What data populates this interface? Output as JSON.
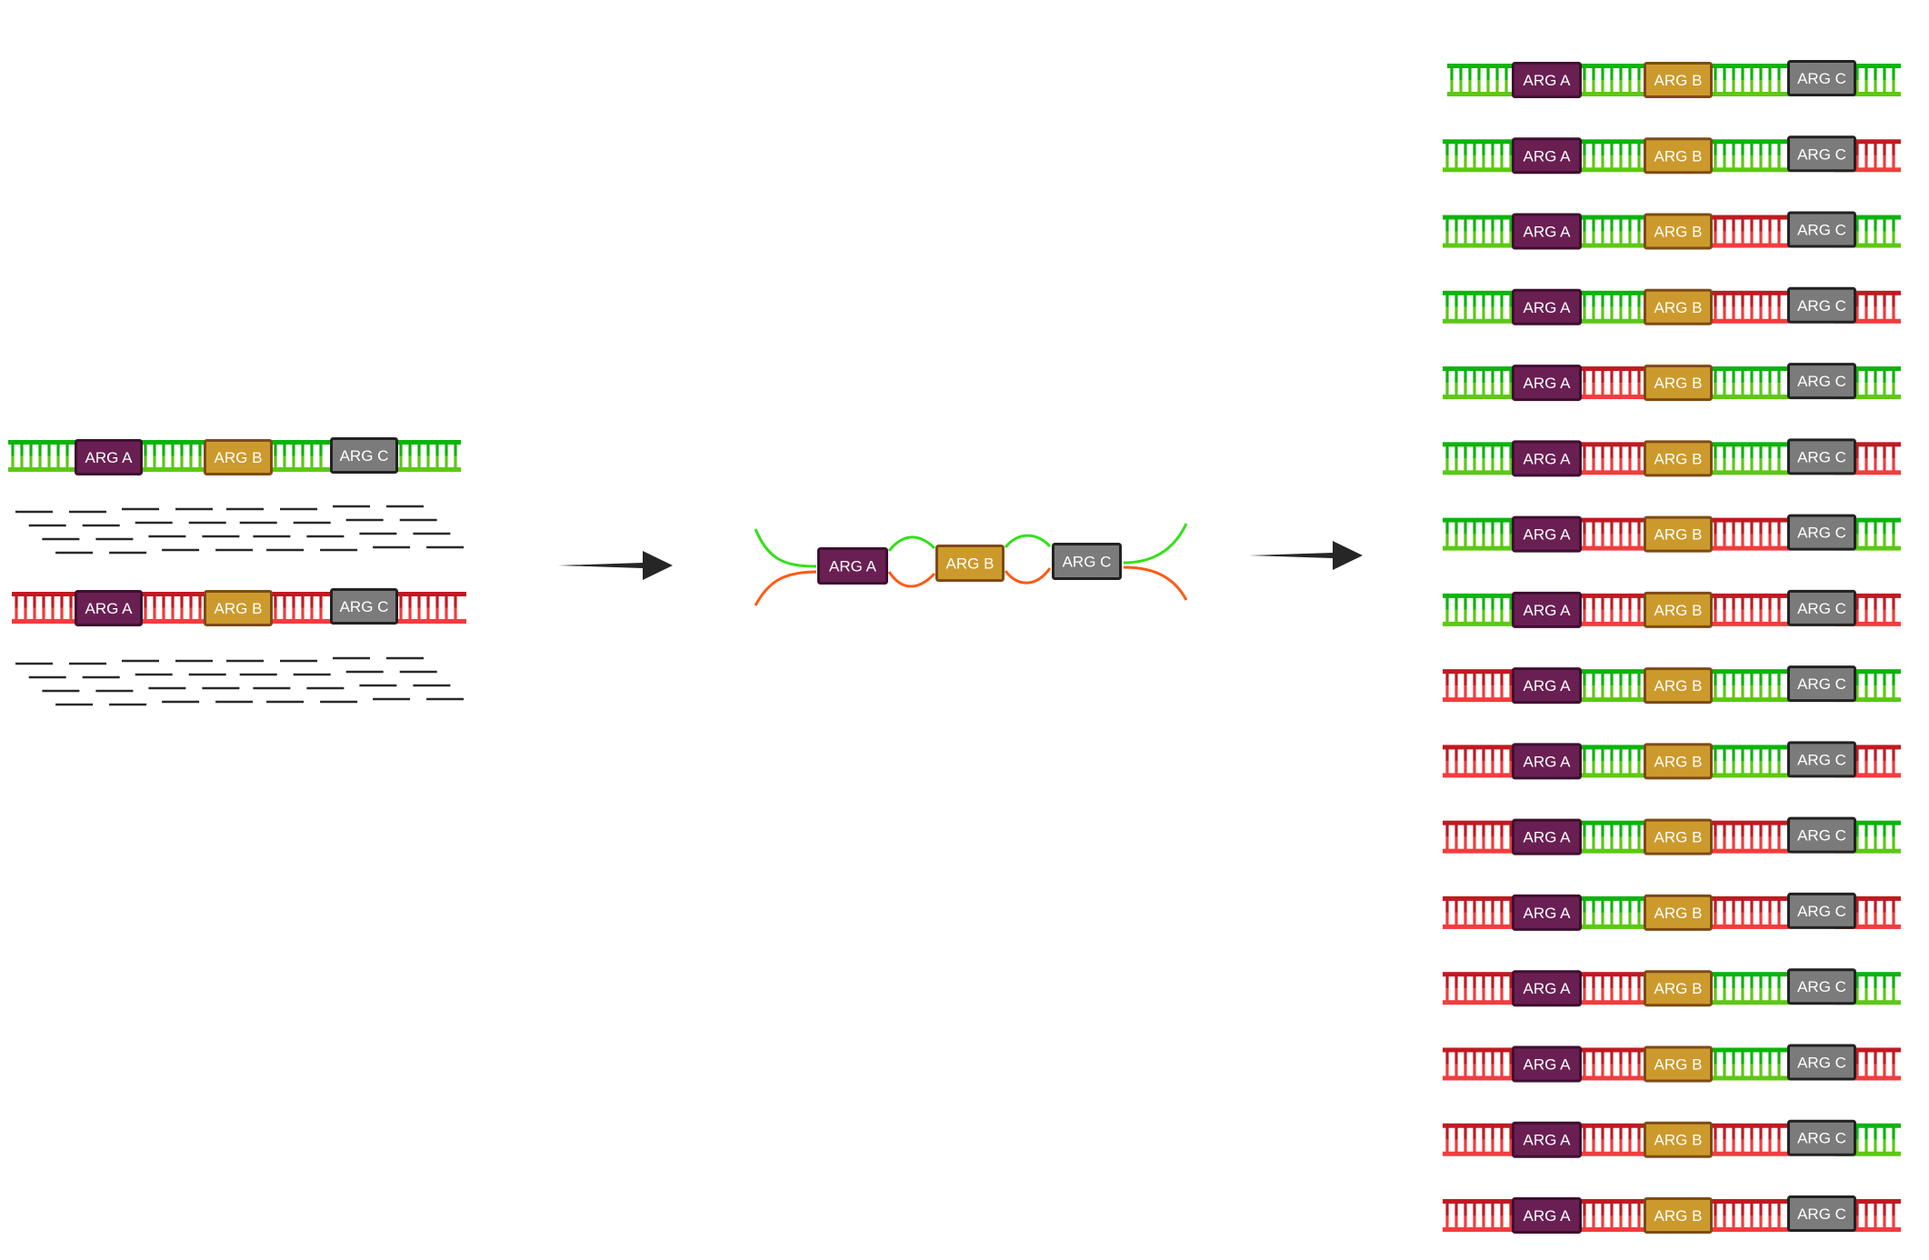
{
  "diagram": {
    "title": "",
    "gene_labels": [
      "ARG A",
      "ARG B",
      "ARG C"
    ],
    "colors": {
      "strand_green_dark": "#0cb40c",
      "strand_green_light": "#5cc814",
      "strand_red_dark": "#c01a22",
      "strand_red_light": "#f23c3e",
      "gene_a_fill": "#6a1f53",
      "gene_a_border": "#3f0f30",
      "gene_b_fill": "#cc9a2c",
      "gene_b_border": "#7e4b16",
      "gene_c_fill": "#7b7b7b",
      "gene_c_border": "#222222",
      "fragment": "#2a2a2a",
      "arrow": "#262626",
      "recomb_green": "#33e01a",
      "recomb_orange": "#ff5a14",
      "label_text": "#ffffff"
    },
    "stages": {
      "input": {
        "name": "parental-dna-with-fragments",
        "molecules": [
          {
            "id": "parent-green",
            "segments": [
              "G",
              "G",
              "G",
              "G"
            ],
            "genes": [
              "ARG A",
              "ARG B",
              "ARG C"
            ]
          },
          {
            "id": "parent-red",
            "segments": [
              "R",
              "R",
              "R",
              "R"
            ],
            "genes": [
              "ARG A",
              "ARG B",
              "ARG C"
            ]
          }
        ],
        "fragment_rows_per_group": 4,
        "fragments_per_row": 8
      },
      "arrows": [
        {
          "id": "arrow-1",
          "from": "input",
          "to": "recombination"
        },
        {
          "id": "arrow-2",
          "from": "recombination",
          "to": "output"
        }
      ],
      "recombination": {
        "name": "strand-exchange-intermediate",
        "genes": [
          "ARG A",
          "ARG B",
          "ARG C"
        ],
        "strands": [
          "green",
          "orange"
        ]
      },
      "output": {
        "name": "recombinant-products",
        "rows": [
          {
            "segments": [
              "G",
              "G",
              "G",
              "G"
            ],
            "genes": [
              "ARG A",
              "ARG B",
              "ARG C"
            ]
          },
          {
            "segments": [
              "G",
              "G",
              "G",
              "R"
            ],
            "genes": [
              "ARG A",
              "ARG B",
              "ARG C"
            ]
          },
          {
            "segments": [
              "G",
              "G",
              "R",
              "G"
            ],
            "genes": [
              "ARG A",
              "ARG B",
              "ARG C"
            ]
          },
          {
            "segments": [
              "G",
              "G",
              "R",
              "R"
            ],
            "genes": [
              "ARG A",
              "ARG B",
              "ARG C"
            ]
          },
          {
            "segments": [
              "G",
              "R",
              "G",
              "G"
            ],
            "genes": [
              "ARG A",
              "ARG B",
              "ARG C"
            ]
          },
          {
            "segments": [
              "G",
              "R",
              "G",
              "R"
            ],
            "genes": [
              "ARG A",
              "ARG B",
              "ARG C"
            ]
          },
          {
            "segments": [
              "G",
              "R",
              "R",
              "G"
            ],
            "genes": [
              "ARG A",
              "ARG B",
              "ARG C"
            ]
          },
          {
            "segments": [
              "G",
              "R",
              "R",
              "R"
            ],
            "genes": [
              "ARG A",
              "ARG B",
              "ARG C"
            ]
          },
          {
            "segments": [
              "R",
              "G",
              "G",
              "G"
            ],
            "genes": [
              "ARG A",
              "ARG B",
              "ARG C"
            ]
          },
          {
            "segments": [
              "R",
              "G",
              "G",
              "R"
            ],
            "genes": [
              "ARG A",
              "ARG B",
              "ARG C"
            ]
          },
          {
            "segments": [
              "R",
              "G",
              "R",
              "G"
            ],
            "genes": [
              "ARG A",
              "ARG B",
              "ARG C"
            ]
          },
          {
            "segments": [
              "R",
              "G",
              "R",
              "R"
            ],
            "genes": [
              "ARG A",
              "ARG B",
              "ARG C"
            ]
          },
          {
            "segments": [
              "R",
              "R",
              "G",
              "G"
            ],
            "genes": [
              "ARG A",
              "ARG B",
              "ARG C"
            ]
          },
          {
            "segments": [
              "R",
              "R",
              "G",
              "R"
            ],
            "genes": [
              "ARG A",
              "ARG B",
              "ARG C"
            ]
          },
          {
            "segments": [
              "R",
              "R",
              "R",
              "G"
            ],
            "genes": [
              "ARG A",
              "ARG B",
              "ARG C"
            ]
          },
          {
            "segments": [
              "R",
              "R",
              "R",
              "R"
            ],
            "genes": [
              "ARG A",
              "ARG B",
              "ARG C"
            ]
          }
        ]
      }
    }
  }
}
